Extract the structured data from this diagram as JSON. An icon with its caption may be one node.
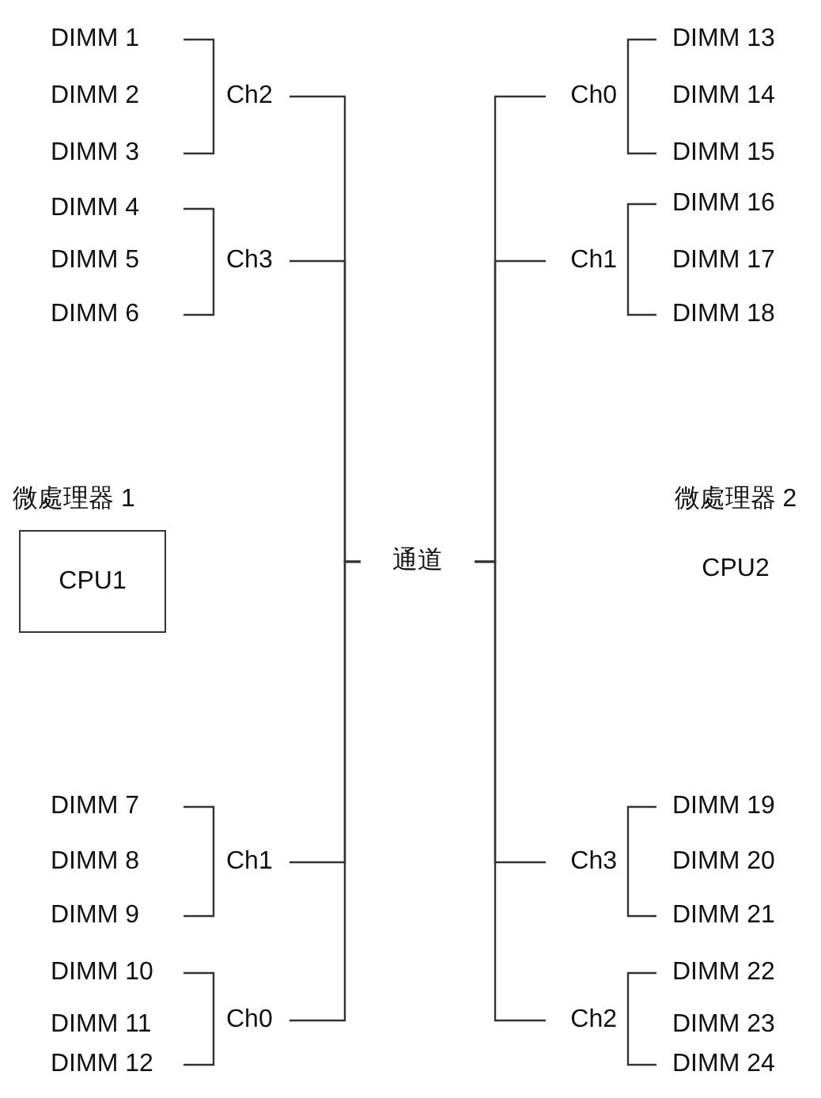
{
  "diagram": {
    "nodes": [
      {
        "text": [
          "DIMM 1"
        ]
      },
      {
        "text": [
          "DIMM 2"
        ]
      },
      {
        "text": [
          "DIMM 3"
        ]
      },
      {
        "text": [
          "DIMM 4"
        ]
      },
      {
        "text": [
          "DIMM 5"
        ]
      },
      {
        "text": [
          "DIMM 6"
        ]
      },
      {
        "text": [
          "Ch2"
        ]
      },
      {
        "text": [
          "Ch3"
        ]
      },
      {
        "text": [
          "Ch0"
        ]
      },
      {
        "text": [
          "Ch1"
        ]
      },
      {
        "text": [
          "DIMM 13"
        ]
      },
      {
        "text": [
          "DIMM 14"
        ]
      },
      {
        "text": [
          "DIMM 15"
        ]
      },
      {
        "text": [
          "DIMM 16"
        ]
      },
      {
        "text": [
          "DIMM 17"
        ]
      },
      {
        "text": [
          "DIMM 18"
        ]
      },
      {
        "text": [
          "微處理器 1",
          "CPU1"
        ]
      },
      {
        "text": [
          "通道"
        ]
      },
      {
        "text": [
          "DIMM 7"
        ]
      },
      {
        "text": [
          "DIMM 8"
        ]
      },
      {
        "text": [
          "DIMM 9"
        ]
      },
      {
        "text": [
          "DIMM 10"
        ]
      },
      {
        "text": [
          "DIMM 11"
        ]
      },
      {
        "text": [
          "DIMM 12"
        ]
      },
      {
        "text": [
          "Ch1"
        ]
      },
      {
        "text": [
          "Ch0"
        ]
      },
      {
        "text": [
          "Ch3"
        ]
      },
      {
        "text": [
          "Ch2"
        ]
      },
      {
        "text": [
          "DIMM 19"
        ]
      },
      {
        "text": [
          "DIMM 20"
        ]
      },
      {
        "text": [
          "DIMM 21"
        ]
      },
      {
        "text": [
          "DIMM 22"
        ]
      },
      {
        "text": [
          "DIMM 23"
        ]
      },
      {
        "text": [
          "DIMM 24"
        ]
      }
    ],
    "edges": [
      {
        "from": 0,
        "to": 6,
        "arrow": "none"
      },
      {
        "from": 2,
        "to": 6,
        "arrow": "none"
      },
      {
        "from": 3,
        "to": 7,
        "arrow": "none"
      },
      {
        "from": 5,
        "to": 7,
        "arrow": "none"
      },
      {
        "from": 18,
        "to": 24,
        "arrow": "none"
      },
      {
        "from": 20,
        "to": 24,
        "arrow": "none"
      },
      {
        "from": 21,
        "to": 25,
        "arrow": "none"
      },
      {
        "from": 23,
        "to": 25,
        "arrow": "none"
      },
      {
        "from": 6,
        "to": 17,
        "arrow": "none"
      },
      {
        "from": 7,
        "to": 17,
        "arrow": "none"
      },
      {
        "from": 24,
        "to": 17,
        "arrow": "none"
      },
      {
        "from": 25,
        "to": 17,
        "arrow": "none"
      },
      {
        "from": 17,
        "to": 8,
        "arrow": "none"
      },
      {
        "from": 17,
        "to": 9,
        "arrow": "none"
      },
      {
        "from": 17,
        "to": 26,
        "arrow": "none"
      },
      {
        "from": 17,
        "to": 27,
        "arrow": "none"
      },
      {
        "from": 8,
        "to": 10,
        "arrow": "none"
      },
      {
        "from": 8,
        "to": 12,
        "arrow": "none"
      },
      {
        "from": 9,
        "to": 13,
        "arrow": "none"
      },
      {
        "from": 9,
        "to": 15,
        "arrow": "none"
      },
      {
        "from": 26,
        "to": 28,
        "arrow": "none"
      },
      {
        "from": 26,
        "to": 30,
        "arrow": "none"
      },
      {
        "from": 27,
        "to": 31,
        "arrow": "none"
      },
      {
        "from": 27,
        "to": 33,
        "arrow": "none"
      }
    ],
    "labels": [
      "微處理器 2",
      "CPU2"
    ]
  }
}
